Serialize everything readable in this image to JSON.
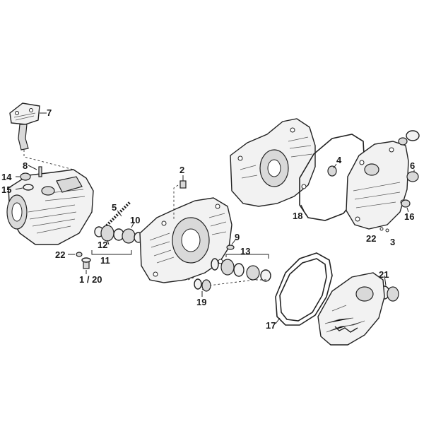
{
  "callouts": {
    "c7": "7",
    "c8": "8",
    "c14": "14",
    "c15": "15",
    "c5": "5",
    "c10": "10",
    "c12": "12",
    "c11": "11",
    "c22a": "22",
    "c1_20": "1 / 20",
    "c2": "2",
    "c9": "9",
    "c13": "13",
    "c19": "19",
    "c4": "4",
    "c18": "18",
    "c6": "6",
    "c16": "16",
    "c22b": "22",
    "c3": "3",
    "c21": "21",
    "c17": "17"
  }
}
